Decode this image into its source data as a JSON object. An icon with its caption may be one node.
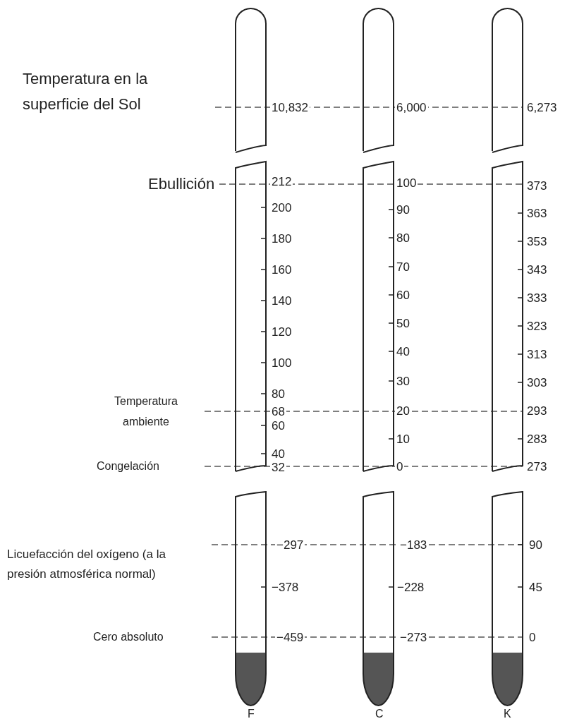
{
  "diagram": {
    "labels": [
      "Temperatura en la superficie del Sol",
      "10,832",
      "6,000",
      "6,273",
      "Ebullición",
      "212",
      "100",
      "373",
      "200",
      "90",
      "363",
      "180",
      "80",
      "353",
      "160",
      "70",
      "343",
      "140",
      "60",
      "333",
      "120",
      "50",
      "323",
      "100",
      "40",
      "313",
      "80",
      "30",
      "303",
      "Temperatura ambiente",
      "68",
      "20",
      "293",
      "60",
      "10",
      "283",
      "40",
      "Congelación",
      "32",
      "0",
      "273",
      "Licuefacción del oxígeno (a la presión atmosférica normal)",
      "−297",
      "−183",
      "90",
      "−378",
      "−228",
      "45",
      "Cero absoluto",
      "−459",
      "−273",
      "0",
      "F",
      "C",
      "K"
    ]
  }
}
